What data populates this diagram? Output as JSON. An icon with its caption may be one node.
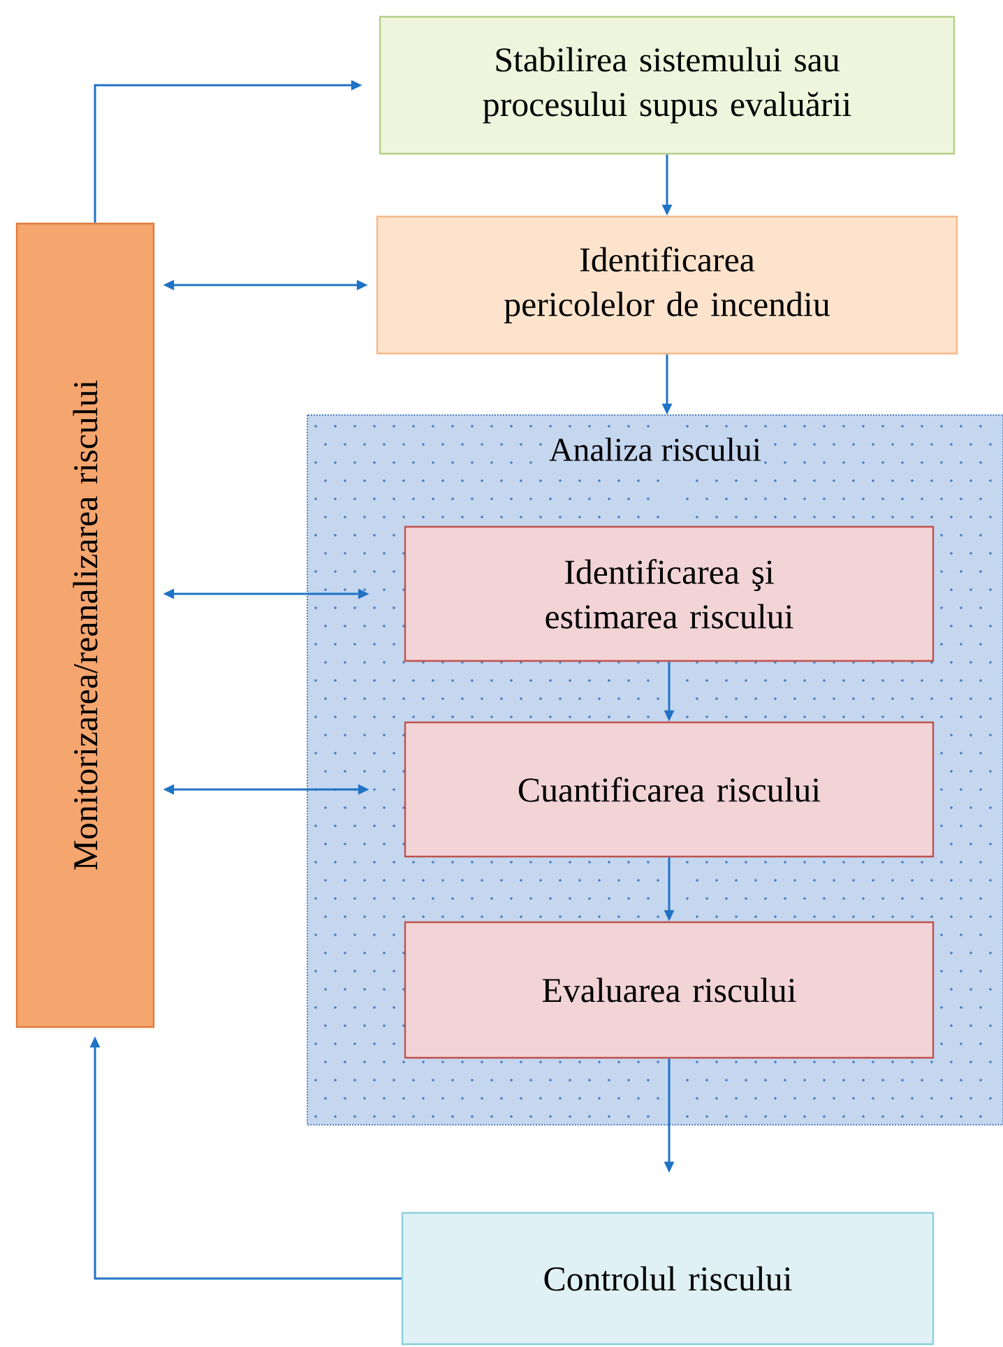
{
  "diagram": {
    "nodes": [
      {
        "text": [
          "Monitorizarea/reanalizarea riscului"
        ]
      },
      {
        "text": [
          "Stabilirea sistemului sau procesului supus evaluării"
        ]
      },
      {
        "text": [
          "Identificarea pericolelor de incendiu"
        ]
      },
      {
        "text": [
          "Analiza riscului"
        ]
      },
      {
        "text": [
          "Identificarea şi estimarea riscului"
        ],
        "in": 3
      },
      {
        "text": [
          "Cuantificarea riscului"
        ],
        "in": 3
      },
      {
        "text": [
          "Evaluarea riscului"
        ],
        "in": 3
      },
      {
        "text": [
          "Controlul riscului"
        ]
      }
    ],
    "edges": [
      {
        "from": 0,
        "to": 1,
        "arrow": "to"
      },
      {
        "from": 1,
        "to": 2,
        "arrow": "to"
      },
      {
        "from": 0,
        "to": 2,
        "arrow": "both"
      },
      {
        "from": 2,
        "to": 3,
        "arrow": "to"
      },
      {
        "from": 0,
        "to": 4,
        "arrow": "both"
      },
      {
        "from": 0,
        "to": 5,
        "arrow": "both"
      },
      {
        "from": 4,
        "to": 5,
        "arrow": "to"
      },
      {
        "from": 5,
        "to": 6,
        "arrow": "to"
      },
      {
        "from": 6,
        "to": 7,
        "arrow": "to"
      },
      {
        "from": 7,
        "to": 0,
        "arrow": "to"
      }
    ]
  }
}
